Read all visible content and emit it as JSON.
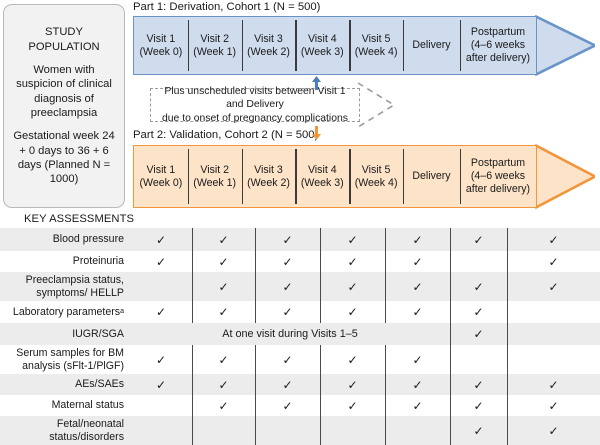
{
  "population": {
    "heading": "STUDY POPULATION",
    "line1": "Women with suspicion of clinical diagnosis of preeclampsia",
    "line2": "Gestational week 24 + 0 days to 36 + 6 days (Planned N = 1000)"
  },
  "parts": [
    {
      "id": "part1",
      "title": "Part 1: Derivation, Cohort 1 (N = 500)",
      "fill": "#cfdcee",
      "stroke": "#6a93c8",
      "bands": [
        {
          "l1": "Visit 1",
          "l2": "(Week 0)"
        },
        {
          "l1": "Visit 2",
          "l2": "(Week 1)"
        },
        {
          "l1": "Visit 3",
          "l2": "(Week 2)"
        },
        {
          "l1": "Visit 4",
          "l2": "(Week 3)"
        },
        {
          "l1": "Visit 5",
          "l2": "(Week 4)"
        },
        {
          "l1": "Delivery",
          "l2": ""
        },
        {
          "l1": "Postpartum",
          "l2": "(4–6 weeks after delivery)"
        }
      ]
    },
    {
      "id": "part2",
      "title": "Part 2: Validation, Cohort 2 (N = 500)",
      "fill": "#fde3c8",
      "stroke": "#f2963c",
      "bands": [
        {
          "l1": "Visit 1",
          "l2": "(Week 0)"
        },
        {
          "l1": "Visit 2",
          "l2": "(Week 1)"
        },
        {
          "l1": "Visit 3",
          "l2": "(Week 2)"
        },
        {
          "l1": "Visit 4",
          "l2": "(Week 3)"
        },
        {
          "l1": "Visit 5",
          "l2": "(Week 4)"
        },
        {
          "l1": "Delivery",
          "l2": ""
        },
        {
          "l1": "Postpartum",
          "l2": "(4–6 weeks after delivery)"
        }
      ]
    }
  ],
  "note": {
    "line1": "Plus unscheduled visits between Visit 1 and Delivery",
    "line2": "due to onset of pregnancy complications"
  },
  "assessments": {
    "heading": "KEY ASSESSMENTS",
    "tick": "✓",
    "span_text": "At one visit during Visits 1–5",
    "rows": [
      {
        "label": "Blood pressure",
        "marks": [
          true,
          true,
          true,
          true,
          true,
          true,
          true
        ]
      },
      {
        "label": "Proteinuria",
        "marks": [
          true,
          true,
          true,
          true,
          true,
          false,
          true
        ]
      },
      {
        "label": "Preeclampsia status, symptoms/ HELLP",
        "marks": [
          false,
          true,
          true,
          true,
          true,
          true,
          true
        ]
      },
      {
        "label": "Laboratory parameters",
        "sup": "a",
        "marks": [
          true,
          true,
          true,
          true,
          true,
          true,
          false
        ]
      },
      {
        "label": "IUGR/SGA",
        "span": true,
        "span_cols": 5,
        "marks": [
          false,
          false,
          false,
          false,
          false,
          true,
          false
        ]
      },
      {
        "label": "Serum samples for BM analysis (sFlt-1/PlGF)",
        "marks": [
          true,
          true,
          true,
          true,
          true,
          false,
          false
        ]
      },
      {
        "label": "AEs/SAEs",
        "marks": [
          true,
          true,
          true,
          true,
          true,
          true,
          true
        ]
      },
      {
        "label": "Maternal status",
        "marks": [
          false,
          true,
          true,
          true,
          true,
          true,
          true
        ]
      },
      {
        "label": "Fetal/neonatal status/disorders",
        "marks": [
          false,
          false,
          false,
          false,
          false,
          true,
          true
        ]
      }
    ]
  },
  "colors": {
    "blue_fill": "#cfdcee",
    "blue_stroke": "#6a93c8",
    "orange_fill": "#fde3c8",
    "orange_stroke": "#f2963c",
    "row_alt": "#ececec",
    "pop_fill": "#f2f2f2"
  }
}
